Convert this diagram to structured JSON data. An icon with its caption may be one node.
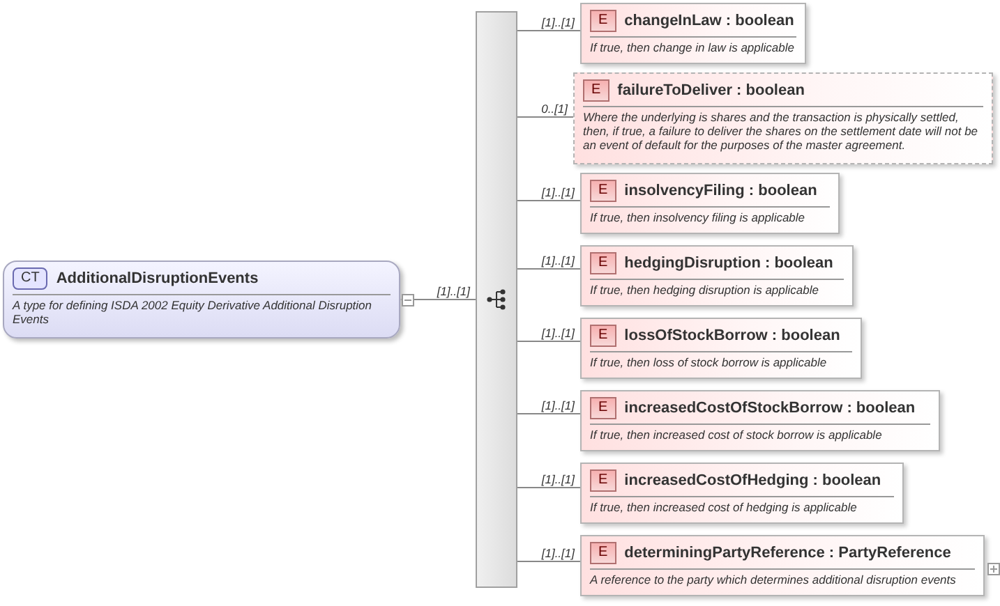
{
  "diagram": {
    "nodes": [
      {
        "text": [
          "CT",
          "AdditionalDisruptionEvents",
          "A type for defining ISDA 2002 Equity Derivative Additional Disruption Events"
        ]
      },
      {
        "text": [],
        "shape": "bar"
      },
      {
        "text": [
          "E",
          "changeInLaw : boolean",
          "If true, then change in law is applicable"
        ]
      },
      {
        "text": [
          "E",
          "failureToDeliver : boolean",
          "Where the underlying is shares and the transaction is physically settled, then, if true, a failure to deliver the shares on the settlement date will not be an event of default for the purposes of the master agreement."
        ]
      },
      {
        "text": [
          "E",
          "insolvencyFiling : boolean",
          "If true, then insolvency filing is applicable"
        ]
      },
      {
        "text": [
          "E",
          "hedgingDisruption : boolean",
          "If true, then hedging disruption is applicable"
        ]
      },
      {
        "text": [
          "E",
          "lossOfStockBorrow : boolean",
          "If true, then loss of stock borrow is applicable"
        ]
      },
      {
        "text": [
          "E",
          "increasedCostOfStockBorrow : boolean",
          "If true, then increased cost of stock borrow is applicable"
        ]
      },
      {
        "text": [
          "E",
          "increasedCostOfHedging : boolean",
          "If true, then increased cost of hedging is applicable"
        ]
      },
      {
        "text": [
          "E",
          "determiningPartyReference : PartyReference",
          "A reference to the party which determines additional disruption events"
        ]
      }
    ],
    "edges": [
      {
        "from": 0,
        "to": 1,
        "arrow": "none",
        "label": "[1]..[1]"
      },
      {
        "from": 1,
        "to": 2,
        "arrow": "none",
        "label": "[1]..[1]"
      },
      {
        "from": 1,
        "to": 3,
        "arrow": "none",
        "label": "0..[1]"
      },
      {
        "from": 1,
        "to": 4,
        "arrow": "none",
        "label": "[1]..[1]"
      },
      {
        "from": 1,
        "to": 5,
        "arrow": "none",
        "label": "[1]..[1]"
      },
      {
        "from": 1,
        "to": 6,
        "arrow": "none",
        "label": "[1]..[1]"
      },
      {
        "from": 1,
        "to": 7,
        "arrow": "none",
        "label": "[1]..[1]"
      },
      {
        "from": 1,
        "to": 8,
        "arrow": "none",
        "label": "[1]..[1]"
      },
      {
        "from": 1,
        "to": 9,
        "arrow": "none",
        "label": "[1]..[1]"
      }
    ]
  }
}
